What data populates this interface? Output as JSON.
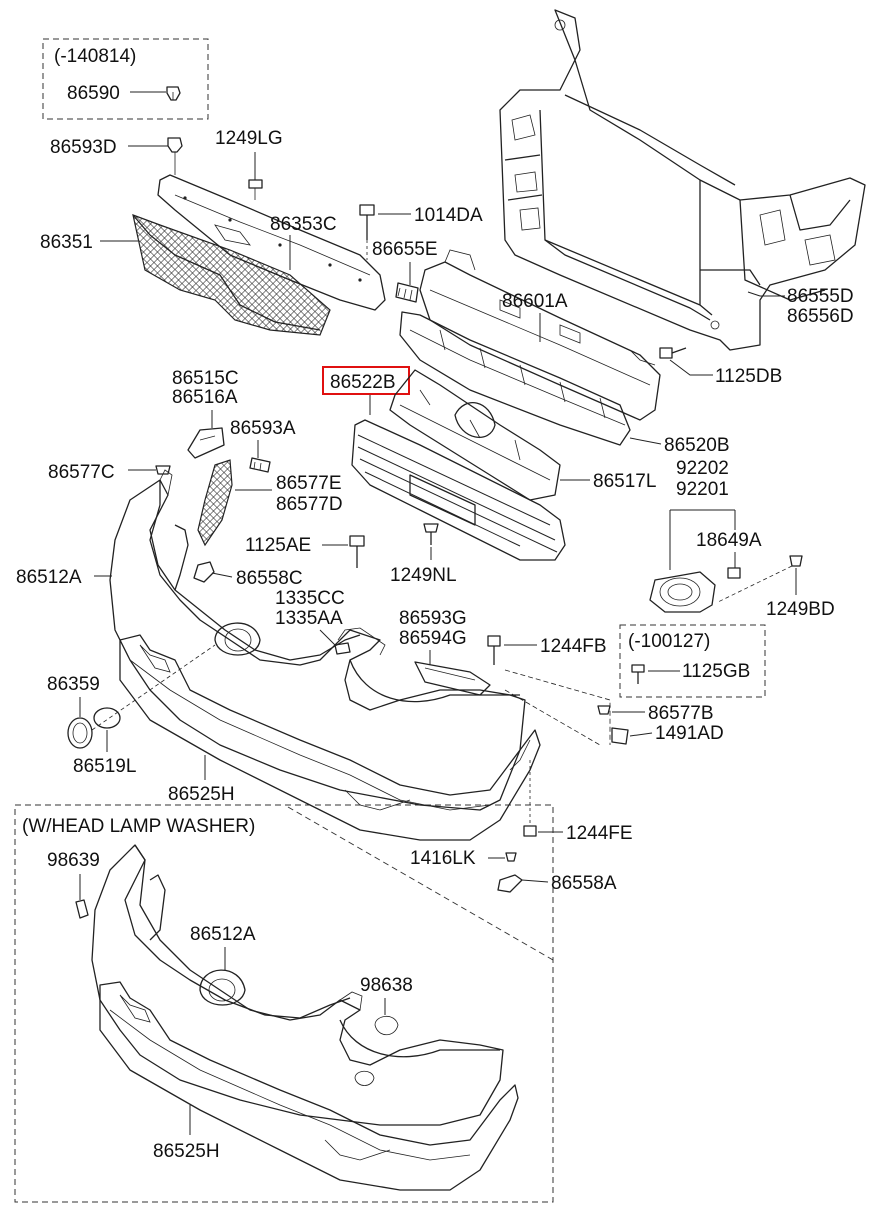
{
  "note_box_1": {
    "label": "(-140814)",
    "part": "86590"
  },
  "note_box_2": {
    "label": "(-100127)",
    "part": "1125GB"
  },
  "washer_box": {
    "label": "(W/HEAD LAMP WASHER)"
  },
  "highlight": {
    "part": "86522B",
    "color": "#e01010"
  },
  "parts": {
    "p86593D": "86593D",
    "p1249LG": "1249LG",
    "p86351": "86351",
    "p86353C": "86353C",
    "p1014DA": "1014DA",
    "p86655E": "86655E",
    "p86601A": "86601A",
    "p86555D": "86555D",
    "p86556D": "86556D",
    "p1125DB": "1125DB",
    "p86515C": "86515C",
    "p86516A": "86516A",
    "p86593A": "86593A",
    "p86520B": "86520B",
    "p86577C": "86577C",
    "p86577E": "86577E",
    "p86577D": "86577D",
    "p86517L": "86517L",
    "p92202": "92202",
    "p92201": "92201",
    "p1125AE": "1125AE",
    "p18649A": "18649A",
    "p86512A": "86512A",
    "p86558C": "86558C",
    "p1249NL": "1249NL",
    "p1249BD": "1249BD",
    "p1335CC": "1335CC",
    "p1335AA": "1335AA",
    "p86593G": "86593G",
    "p86594G": "86594G",
    "p1244FB": "1244FB",
    "p86359": "86359",
    "p86577B": "86577B",
    "p1491AD": "1491AD",
    "p86519L": "86519L",
    "p86525H": "86525H",
    "p1244FE": "1244FE",
    "p1416LK": "1416LK",
    "p86558A": "86558A",
    "p98639": "98639",
    "p86512A_2": "86512A",
    "p98638": "98638",
    "p86525H_2": "86525H"
  }
}
